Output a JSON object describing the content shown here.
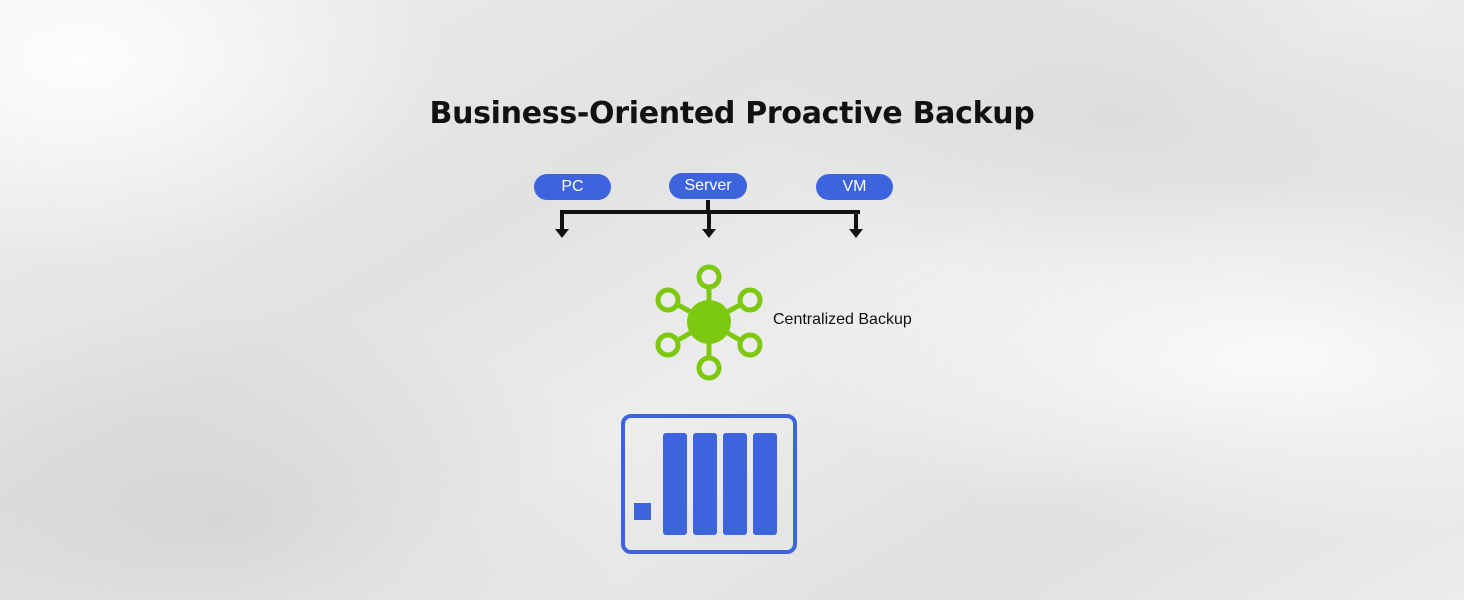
{
  "title": "Business-Oriented Proactive Backup",
  "sources": [
    {
      "label": "PC"
    },
    {
      "label": "Server"
    },
    {
      "label": "VM"
    }
  ],
  "hub": {
    "label": "Centralized Backup",
    "icon": "network-hub-icon"
  },
  "storage": {
    "icon": "nas-device-icon"
  },
  "colors": {
    "accent_blue": "#3d64dc",
    "hub_green": "#7cc90f",
    "text": "#111111",
    "connector": "#111111"
  }
}
